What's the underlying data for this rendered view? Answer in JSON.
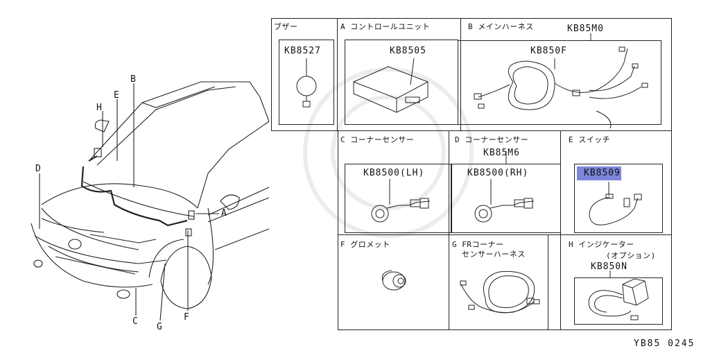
{
  "sections": {
    "buzzer": {
      "title": "ブザー",
      "part": "KB8527"
    },
    "control": {
      "title": "A コントロールユニット",
      "part": "KB8505"
    },
    "main": {
      "title": "B メインハーネス",
      "assy": "KB85M0",
      "part": "KB850F"
    },
    "corner_lh": {
      "title": "C コーナーセンサー",
      "part": "KB8500(LH)"
    },
    "corner_rh": {
      "title": "D コーナーセンサー",
      "assy": "KB85M6",
      "part": "KB8500(RH)"
    },
    "switch": {
      "title": "E スイッチ",
      "part": "KB8509"
    },
    "grommet": {
      "title": "F グロメット"
    },
    "fr_harness": {
      "title_line1": "G FRコーナー",
      "title_line2": "センサーハーネス"
    },
    "indicator": {
      "title_line1": "H インジケーター",
      "title_line2": "(オプション)",
      "part": "KB850N"
    }
  },
  "car_labels": [
    "A",
    "B",
    "C",
    "D",
    "E",
    "F",
    "G",
    "H"
  ],
  "footer": "YB85 0245",
  "highlight_color": "#7b86d8"
}
